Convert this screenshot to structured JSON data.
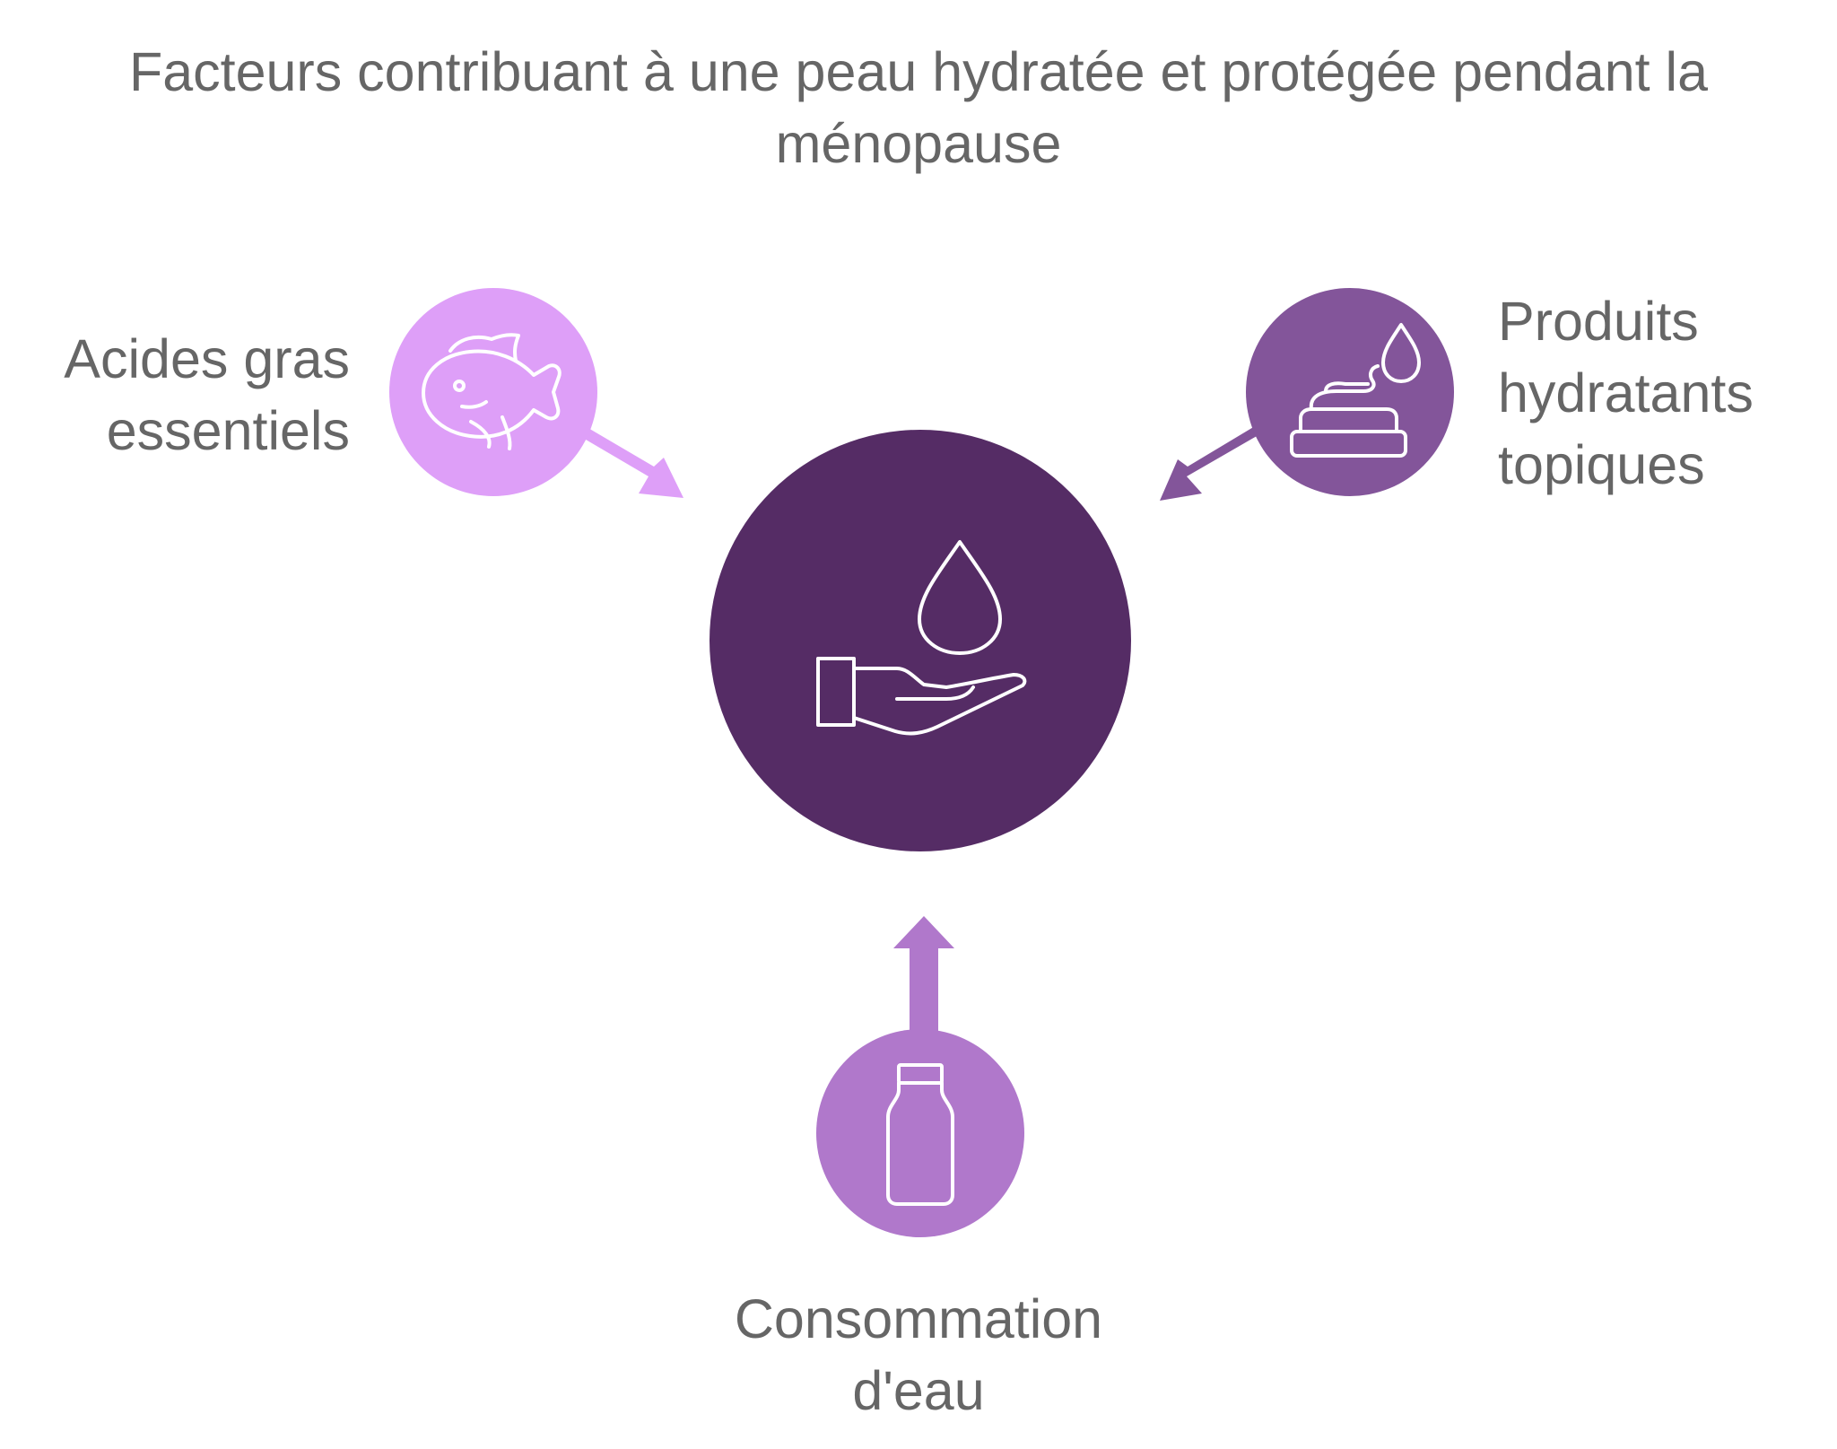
{
  "title": "Facteurs contribuant à une peau hydratée et protégée pendant la ménopause",
  "center": {
    "icon": "hand-water-drop-icon",
    "color": "#552C65"
  },
  "factors": [
    {
      "id": "left",
      "lines": [
        "Acides gras",
        "essentiels"
      ],
      "icon": "fish-icon",
      "color": "#DE9FF8"
    },
    {
      "id": "right",
      "lines": [
        "Produits",
        "hydratants",
        "topiques"
      ],
      "icon": "cream-jar-drop-icon",
      "color": "#83559A"
    },
    {
      "id": "bottom",
      "lines": [
        "Consommation",
        "d'eau"
      ],
      "icon": "bottle-icon",
      "color": "#B078CB"
    }
  ]
}
